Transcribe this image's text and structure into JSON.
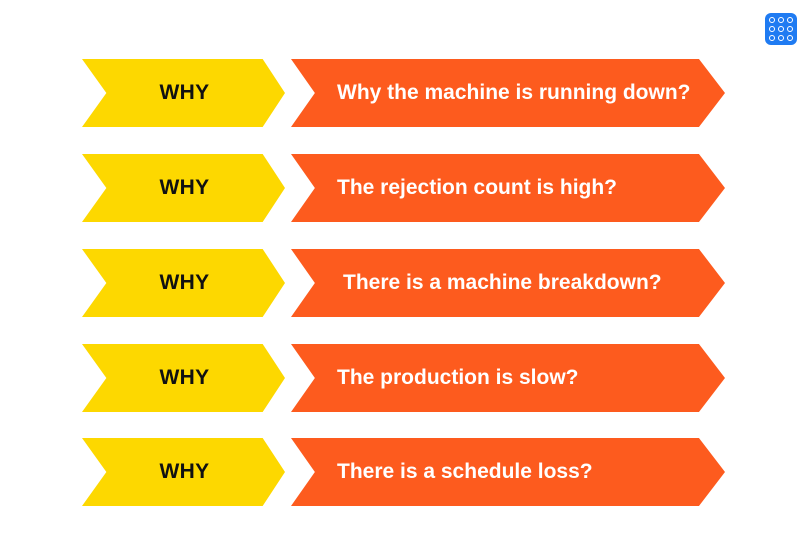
{
  "toolbar": {
    "apps_icon": "grid-apps-icon",
    "accent_color": "#1f7bf2"
  },
  "colors": {
    "why_fill": "#fdd800",
    "question_fill": "#fd5b1e",
    "why_text": "#111111",
    "question_text": "#ffffff"
  },
  "rows": [
    {
      "why": "WHY",
      "question": "Why the machine is running down?"
    },
    {
      "why": "WHY",
      "question": "The rejection count is high?"
    },
    {
      "why": "WHY",
      "question": "There is a machine breakdown?"
    },
    {
      "why": "WHY",
      "question": "The production is slow?"
    },
    {
      "why": "WHY",
      "question": "There is a schedule loss?"
    }
  ]
}
